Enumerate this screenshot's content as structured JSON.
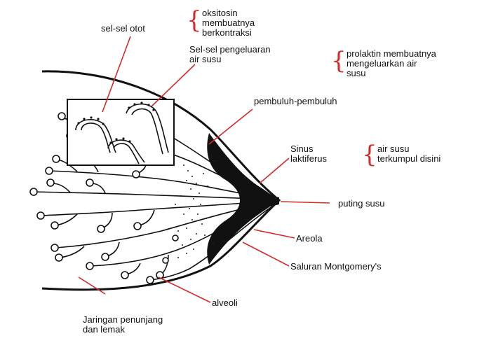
{
  "labels": {
    "sel_sel_otot": "sel-sel otot",
    "oksitosin": "oksitosin\nmembuatnya\nberkontraksi",
    "sel_pengeluaran": "Sel-sel pengeluaran\nair susu",
    "prolaktin": "prolaktin membuatnya\nmengeluarkan air\nsusu",
    "pembuluh": "pembuluh-pembuluh",
    "sinus": "Sinus\nlaktiferus",
    "air_susu_terkumpul": "air susu\nterkumpul disini",
    "puting": "puting susu",
    "areola": "Areola",
    "montgomery": "Saluran Montgomery's",
    "alveoli": "alveoli",
    "jaringan": "Jaringan penunjang\ndan lemak"
  },
  "colors": {
    "pointer": "#d42a2a",
    "ink": "#111111"
  }
}
